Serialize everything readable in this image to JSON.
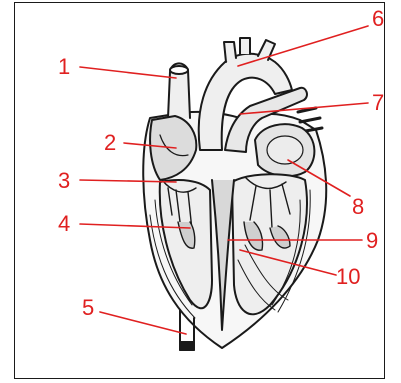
{
  "diagram": {
    "colors": {
      "label": "#e02020",
      "ink": "#1a1a1a",
      "background": "#ffffff"
    },
    "labels": [
      {
        "number": "1"
      },
      {
        "number": "2"
      },
      {
        "number": "3"
      },
      {
        "number": "4"
      },
      {
        "number": "5"
      },
      {
        "number": "6"
      },
      {
        "number": "7"
      },
      {
        "number": "8"
      },
      {
        "number": "9"
      },
      {
        "number": "10"
      }
    ]
  }
}
